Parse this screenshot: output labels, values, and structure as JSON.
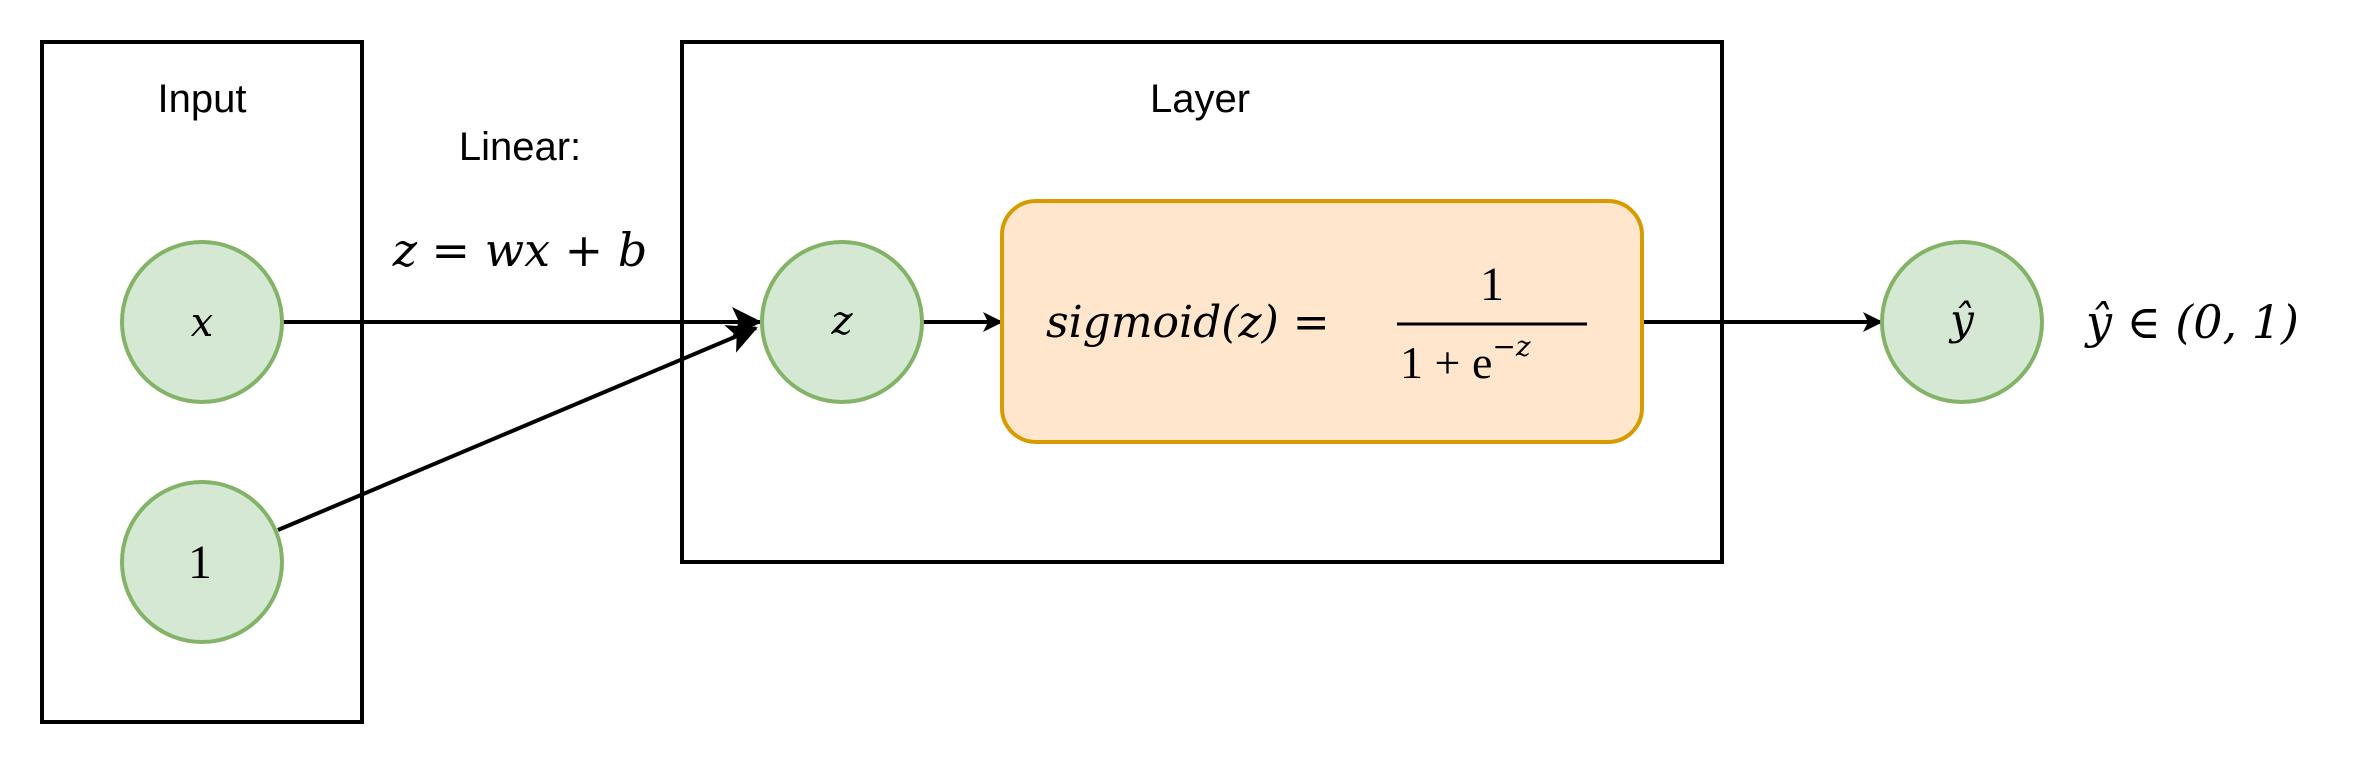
{
  "diagram": {
    "input_box": {
      "label": "Input"
    },
    "layer_box": {
      "label": "Layer"
    },
    "linear": {
      "title": "Linear:",
      "equation": "z = wx + b"
    },
    "nodes": {
      "x": "x",
      "one": "1",
      "z": "z",
      "y_hat": "ŷ"
    },
    "activation": {
      "lhs": "sigmoid(z) =",
      "numerator": "1",
      "denominator_base": "1 + e",
      "denominator_exp": "−z"
    },
    "output_range": "ŷ ∈ (0, 1)",
    "colors": {
      "node_fill": "#d5e8d4",
      "node_stroke": "#82b366",
      "activation_fill": "#ffe6cc",
      "activation_stroke": "#d79b00"
    }
  }
}
